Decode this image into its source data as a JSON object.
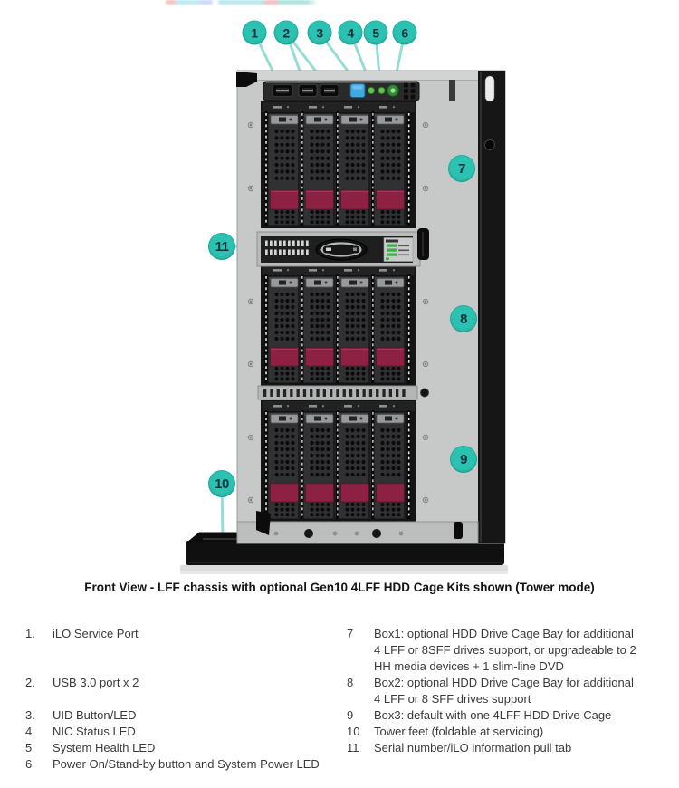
{
  "caption": "Front View - LFF chassis with optional Gen10 4LFF HDD Cage Kits shown (Tower mode)",
  "callouts": [
    {
      "label": "1"
    },
    {
      "label": "2"
    },
    {
      "label": "3"
    },
    {
      "label": "4"
    },
    {
      "label": "5"
    },
    {
      "label": "6"
    },
    {
      "label": "7"
    },
    {
      "label": "8"
    },
    {
      "label": "9"
    },
    {
      "label": "10"
    },
    {
      "label": "11"
    }
  ],
  "legend": {
    "left": [
      {
        "num": "1.",
        "text": "iLO Service Port"
      },
      {
        "num": "2.",
        "text": "USB 3.0 port x 2"
      },
      {
        "num": "3.",
        "text": "UID Button/LED"
      },
      {
        "num": "4",
        "text": "NIC Status LED"
      },
      {
        "num": "5",
        "text": "System Health LED"
      },
      {
        "num": "6",
        "text": "Power On/Stand-by button and System Power LED"
      }
    ],
    "right": [
      {
        "num": "7",
        "text": "Box1: optional HDD Drive Cage Bay for additional\n4 LFF or 8SFF drives support, or upgradeable to 2\nHH media devices + 1 slim-line DVD"
      },
      {
        "num": "8",
        "text": "Box2: optional HDD Drive Cage Bay for additional\n4 LFF or 8 SFF drives support"
      },
      {
        "num": "9",
        "text": "Box3: default with one 4LFF HDD Drive Cage"
      },
      {
        "num": "10",
        "text": "Tower feet (foldable at servicing)"
      },
      {
        "num": "11",
        "text": "Serial number/iLO information pull tab"
      }
    ]
  },
  "colors": {
    "callout_teal": "#2cc2b2",
    "leader_line": "#8edcd3",
    "drive_carrier": "#313133",
    "drive_band_maroon": "#8d2143",
    "uid_button_blue": "#3fa9e0",
    "led_green": "#63c24e",
    "power_button_green": "#2f8f33",
    "chassis_gray": "#c7c9c8",
    "chassis_black": "#161616"
  }
}
